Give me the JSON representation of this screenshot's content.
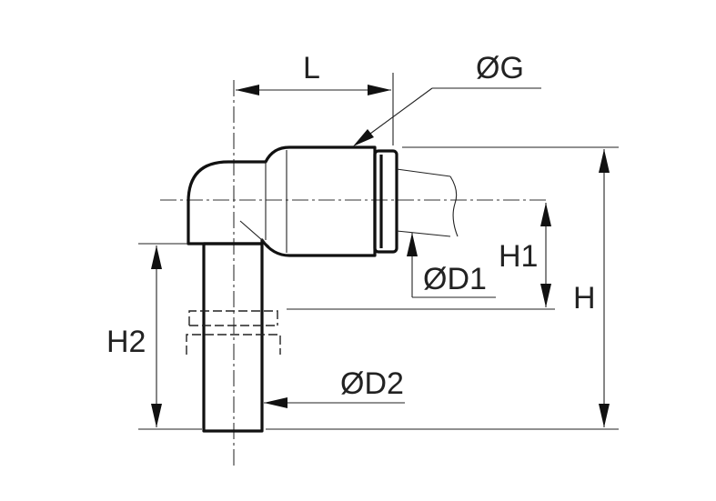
{
  "labels": {
    "L": "L",
    "G": "ØG",
    "H1": "H1",
    "H": "H",
    "H2": "H2",
    "D1": "ØD1",
    "D2": "ØD2"
  },
  "colors": {
    "line": "#111111",
    "background": "#ffffff"
  }
}
